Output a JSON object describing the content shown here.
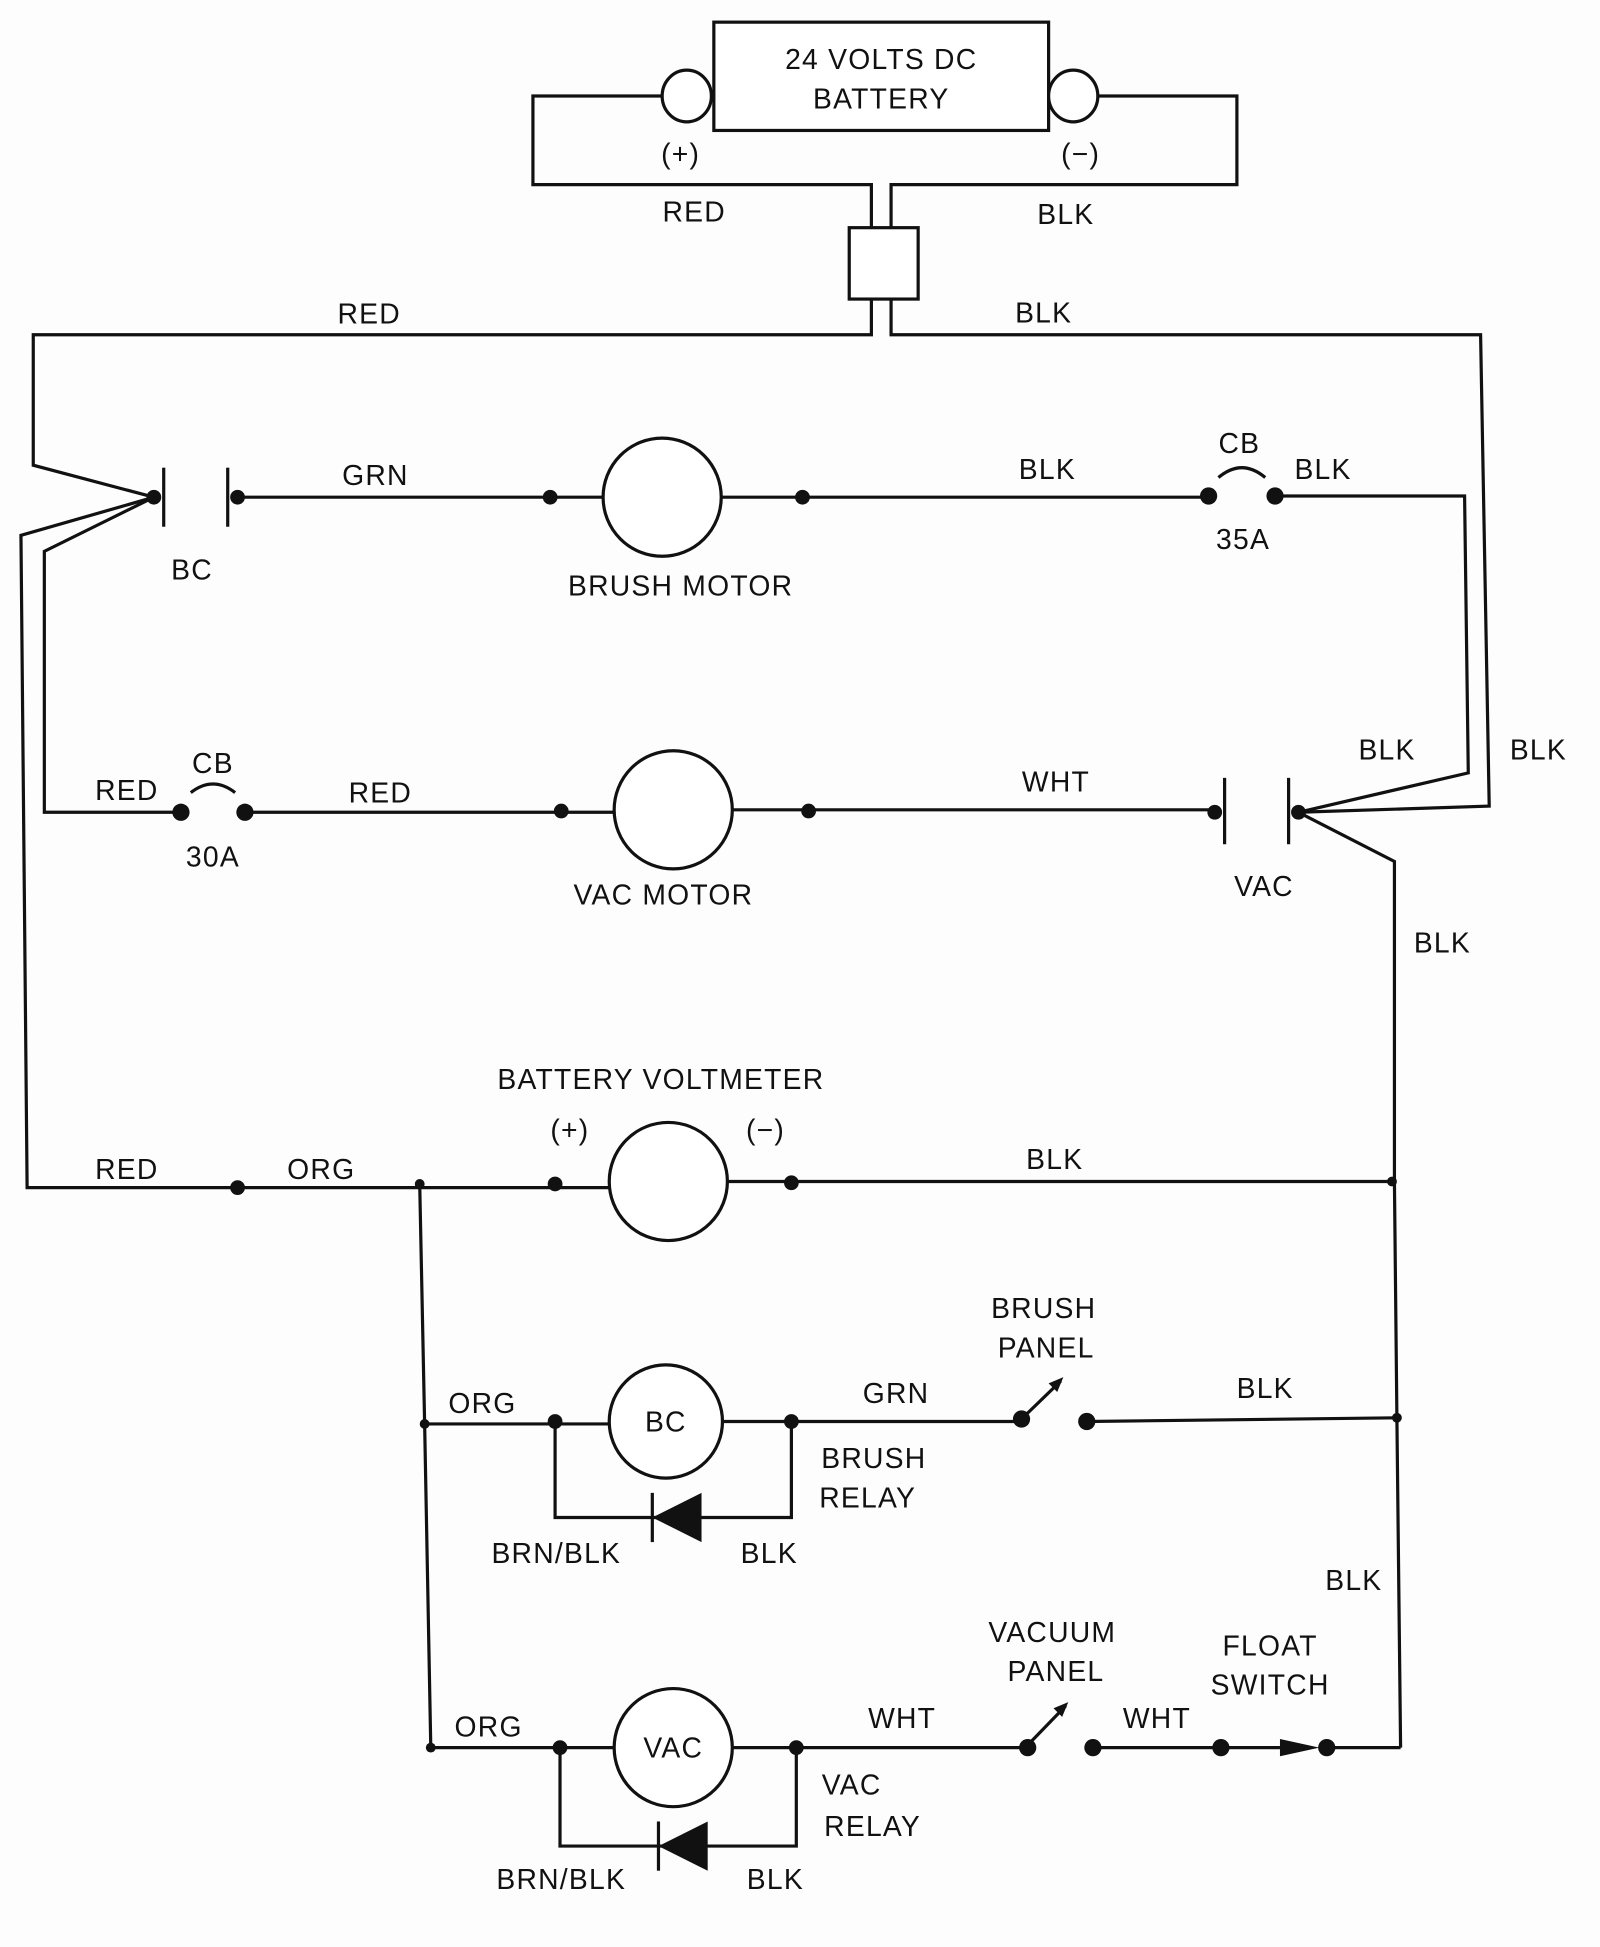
{
  "battery": {
    "line1": "24 VOLTS DC",
    "line2": "BATTERY",
    "pos": "(+)",
    "neg": "(−)",
    "pos_wire": "RED",
    "neg_wire": "BLK"
  },
  "main_wires": {
    "red": "RED",
    "blk": "BLK"
  },
  "brush_row": {
    "contact": "BC",
    "wire1": "GRN",
    "motor": "BRUSH MOTOR",
    "wire2": "BLK",
    "cb": "CB",
    "cb_rating": "35A",
    "wire3": "BLK"
  },
  "vac_row": {
    "wire0": "RED",
    "cb": "CB",
    "cb_rating": "30A",
    "wire1": "RED",
    "motor": "VAC MOTOR",
    "wire2": "WHT",
    "contact": "VAC",
    "blk1": "BLK",
    "blk2": "BLK",
    "blk3": "BLK"
  },
  "meter_row": {
    "wire0": "RED",
    "wire1": "ORG",
    "title": "BATTERY VOLTMETER",
    "pos": "(+)",
    "neg": "(−)",
    "wire2": "BLK"
  },
  "brush_relay_row": {
    "wire0": "ORG",
    "coil": "BC",
    "wire1": "GRN",
    "relay1": "BRUSH",
    "relay2": "RELAY",
    "panel1": "BRUSH",
    "panel2": "PANEL",
    "wire2": "BLK",
    "diode_left": "BRN/BLK",
    "diode_right": "BLK",
    "side_blk": "BLK"
  },
  "vac_relay_row": {
    "wire0": "ORG",
    "coil": "VAC",
    "wire1": "WHT",
    "relay1": "VAC",
    "relay2": "RELAY",
    "panel1": "VACUUM",
    "panel2": "PANEL",
    "wire2": "WHT",
    "float1": "FLOAT",
    "float2": "SWITCH",
    "diode_left": "BRN/BLK",
    "diode_right": "BLK"
  }
}
